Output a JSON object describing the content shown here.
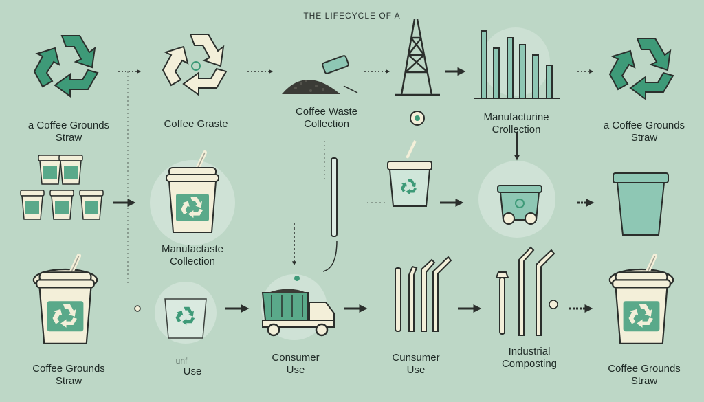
{
  "title": "THE LIFECYCLE OF A",
  "labels": {
    "top_left": "a Coffee Grounds\nStraw",
    "coffee_graste": "Coffee Graste",
    "waste_collection": "Coffee Waste\nCollection",
    "manufacturine": "Manufacturine\nCrollection",
    "top_right": "a Coffee Grounds\nStraw",
    "manufactaste": "Manufactaste\nCollection",
    "bottom_left": "Coffee Grounds\nStraw",
    "unf_prefix": "unf",
    "use": "Use",
    "consumer_use_1": "Consumer\nUse",
    "consumer_use_2": "Cunsumer\nUse",
    "industrial": "Industrial\nComposting",
    "bottom_right": "Coffee Grounds\nStraw"
  },
  "colors": {
    "background": "#bdd7c6",
    "accent": "#3e9a78",
    "cream": "#f3efd9",
    "dark": "#2b2f2c",
    "teal_soft": "#8ec7b4"
  },
  "icons": [
    "recycle-icon",
    "coffee-grounds-pile-icon",
    "oil-derrick-icon",
    "bar-chart-icon",
    "coffee-cup-icon",
    "straw-icon",
    "compost-bin-icon",
    "garbage-truck-icon",
    "arrow-icon"
  ]
}
